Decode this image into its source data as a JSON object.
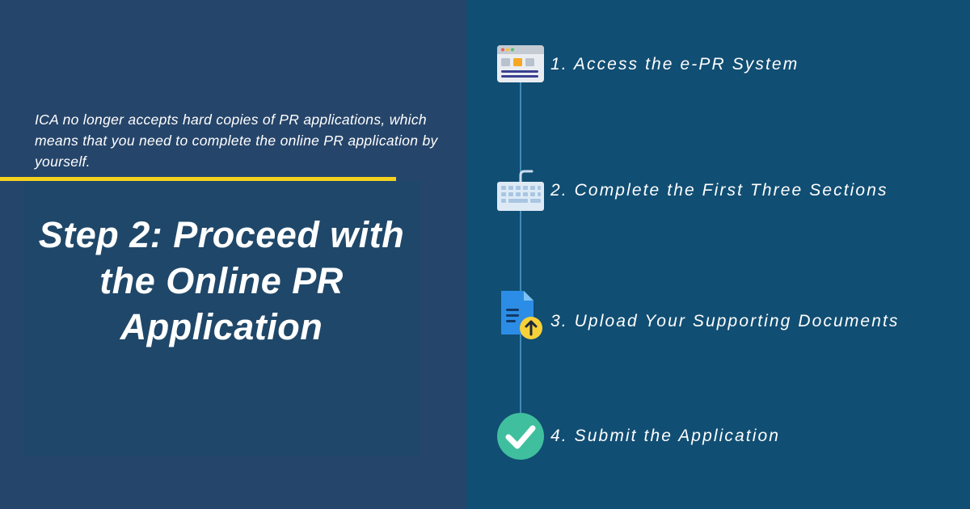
{
  "intro_text": "ICA no longer accepts hard copies of PR applications, which means that you need to complete the online PR application by yourself.",
  "title": "Step 2: Proceed with the Online PR Application",
  "steps": [
    {
      "label": "1. Access the e-PR System",
      "icon": "browser-window-icon"
    },
    {
      "label": "2. Complete the First Three Sections",
      "icon": "keyboard-icon"
    },
    {
      "label": "3. Upload Your Supporting Documents",
      "icon": "document-upload-icon"
    },
    {
      "label": "4. Submit the Application",
      "icon": "checkmark-circle-icon"
    }
  ],
  "colors": {
    "left_background": "#26456a",
    "right_background": "#114e73",
    "title_box": "#1f4769",
    "accent": "#f4d21f",
    "timeline": "#3f8ab7"
  }
}
